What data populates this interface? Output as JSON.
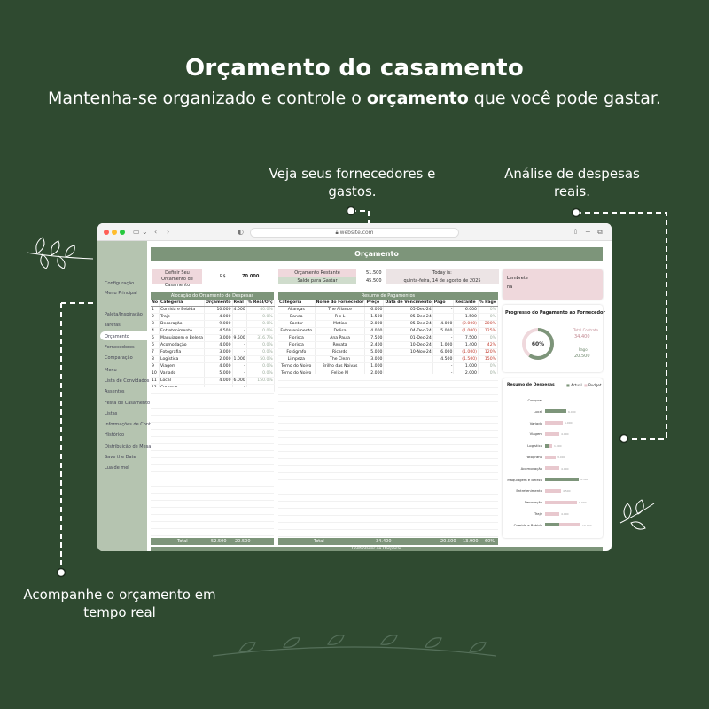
{
  "header": {
    "title": "Orçamento do casamento",
    "subtitle_pre": "Mantenha-se organizado e controle o ",
    "subtitle_bold": "orçamento",
    "subtitle_post": " que você pode gastar."
  },
  "callouts": {
    "suppliers": "Veja seus fornecedores e gastos.",
    "analysis": "Análise de despesas reais.",
    "realtime": "Acompanhe o orçamento em tempo real"
  },
  "browser": {
    "address": "website.com",
    "dots": [
      "#ff5f56",
      "#ffbd2e",
      "#27c93f"
    ]
  },
  "sidebar": {
    "items": [
      "Configuração",
      "Menu Principal",
      "Paleta/Inspiração",
      "Tarefas",
      "Orçamento",
      "Fornecedores",
      "Comparação",
      "Menu",
      "Lista de Convidados",
      "Assentos",
      "Festa de Casamento",
      "Listas",
      "Informações de Contato",
      "Histórico",
      "Distribuição de Mesas",
      "Save the Date",
      "Lua de mel"
    ],
    "active_index": 4
  },
  "sheet": {
    "banner": "Orçamento",
    "define_label": "Definir Seu Orçamento de Casamento",
    "currency": "R$",
    "budget_value": "70.000",
    "remaining_label": "Orçamento Restante",
    "remaining_value": "51.500",
    "today_label": "Today is:",
    "balance_label": "Saldo para Gastar",
    "balance_value": "45.500",
    "today_value": "quinta-feira, 14 de agosto de 2025",
    "allocation_title": "Alocação do Orçamento de Despesas",
    "allocation_headers": [
      "No",
      "Categoria",
      "Orçamento",
      "Real",
      "% Real/Orç"
    ],
    "allocation_rows": [
      [
        "1",
        "Comida e Bebida",
        "10.000",
        "4.000",
        "40.0%"
      ],
      [
        "2",
        "Traje",
        "4.000",
        "-",
        "0.0%"
      ],
      [
        "3",
        "Decoração",
        "9.000",
        "-",
        "0.0%"
      ],
      [
        "4",
        "Entretenimento",
        "4.500",
        "-",
        "0.0%"
      ],
      [
        "5",
        "Maquiagem e Beleza",
        "3.000",
        "9.500",
        "316.7%"
      ],
      [
        "6",
        "Acomodação",
        "4.000",
        "-",
        "0.0%"
      ],
      [
        "7",
        "Fotografia",
        "3.000",
        "-",
        "0.0%"
      ],
      [
        "8",
        "Logística",
        "2.000",
        "1.000",
        "50.0%"
      ],
      [
        "9",
        "Viagem",
        "4.000",
        "-",
        "0.0%"
      ],
      [
        "10",
        "Variado",
        "5.000",
        "-",
        "0.0%"
      ],
      [
        "11",
        "Local",
        "4.000",
        "6.000",
        "150.0%"
      ],
      [
        "12",
        "Comprar",
        "",
        "-",
        ""
      ]
    ],
    "allocation_total": [
      "Total",
      "52.500",
      "20.500"
    ],
    "payments_title": "Resumo de Pagamentos",
    "payments_headers": [
      "Categoria",
      "Nome do Fornecedor",
      "Preço",
      "Data de Vencimento",
      "Pago",
      "Restante",
      "% Pago"
    ],
    "payments_rows": [
      [
        "Alianças",
        "The Aliance",
        "6.000",
        "05-Dec-24",
        "-",
        "6.000",
        "0%"
      ],
      [
        "Banda",
        "R e L",
        "1.500",
        "05-Dec-24",
        "-",
        "1.500",
        "0%"
      ],
      [
        "Cantor",
        "Matias",
        "2.000",
        "05-Dec-24",
        "4.000",
        "(2.000)",
        "200%"
      ],
      [
        "Entretenimento",
        "Delisa",
        "4.000",
        "04-Dec-24",
        "5.000",
        "(1.000)",
        "125%"
      ],
      [
        "Florista",
        "Ana Paula",
        "7.500",
        "01-Dec-24",
        "-",
        "7.500",
        "0%"
      ],
      [
        "Florista",
        "Renata",
        "2.400",
        "10-Dec-24",
        "1.000",
        "1.400",
        "42%"
      ],
      [
        "Fotógrafo",
        "Ricardo",
        "5.000",
        "10-Nov-24",
        "6.000",
        "(1.000)",
        "120%"
      ],
      [
        "Limpeza",
        "The Clean",
        "3.000",
        "",
        "4.500",
        "(1.500)",
        "150%"
      ],
      [
        "Terno do Noivo",
        "Brilho das Noivas",
        "1.000",
        "",
        "-",
        "1.000",
        "0%"
      ],
      [
        "Terno do Noivo",
        "Felipe M",
        "2.000",
        "",
        "-",
        "2.000",
        "0%"
      ]
    ],
    "payments_total": [
      "Total",
      "34.400",
      "20.500",
      "13.900",
      "60%"
    ],
    "footer_bar": "Controlador de Despesas"
  },
  "reminder": {
    "title": "Lembrete",
    "body": "na"
  },
  "progress": {
    "title": "Progresso do Pagamento ao Fornecedor",
    "percent_label": "60%",
    "percent": 0.6,
    "total_label": "Total Contrato",
    "total_value": "34.400",
    "paid_label": "Pago",
    "paid_value": "20.500",
    "color_paid": "#7d957a",
    "color_rest": "#efd8dc"
  },
  "expenses": {
    "title": "Resumo de Despesas",
    "legend_actual": "Actual",
    "legend_budget": "Budget",
    "items": [
      {
        "label": "Comprar",
        "budget": 0,
        "actual": 0
      },
      {
        "label": "Local",
        "budget": 4000,
        "actual": 6000,
        "value_label": "6.000"
      },
      {
        "label": "Variado",
        "budget": 5000,
        "actual": 0,
        "value_label": "5.000"
      },
      {
        "label": "Viagem",
        "budget": 4000,
        "actual": 0,
        "value_label": "4.000"
      },
      {
        "label": "Logística",
        "budget": 2000,
        "actual": 1000,
        "value_label": "1.000"
      },
      {
        "label": "Fotografia",
        "budget": 3000,
        "actual": 0,
        "value_label": "3.000"
      },
      {
        "label": "Acomodação",
        "budget": 4000,
        "actual": 0,
        "value_label": "4.000"
      },
      {
        "label": "Maquiagem e Beleza",
        "budget": 3000,
        "actual": 9500,
        "value_label": "9.500"
      },
      {
        "label": "Entretenimento",
        "budget": 4500,
        "actual": 0,
        "value_label": "4.500"
      },
      {
        "label": "Decoração",
        "budget": 9000,
        "actual": 0,
        "value_label": "9.000"
      },
      {
        "label": "Traje",
        "budget": 4000,
        "actual": 0,
        "value_label": "4.000"
      },
      {
        "label": "Comida e Bebida",
        "budget": 10000,
        "actual": 4000,
        "value_label": "10.000"
      }
    ],
    "color_actual": "#7d957a",
    "color_budget": "#e8c8ce"
  }
}
